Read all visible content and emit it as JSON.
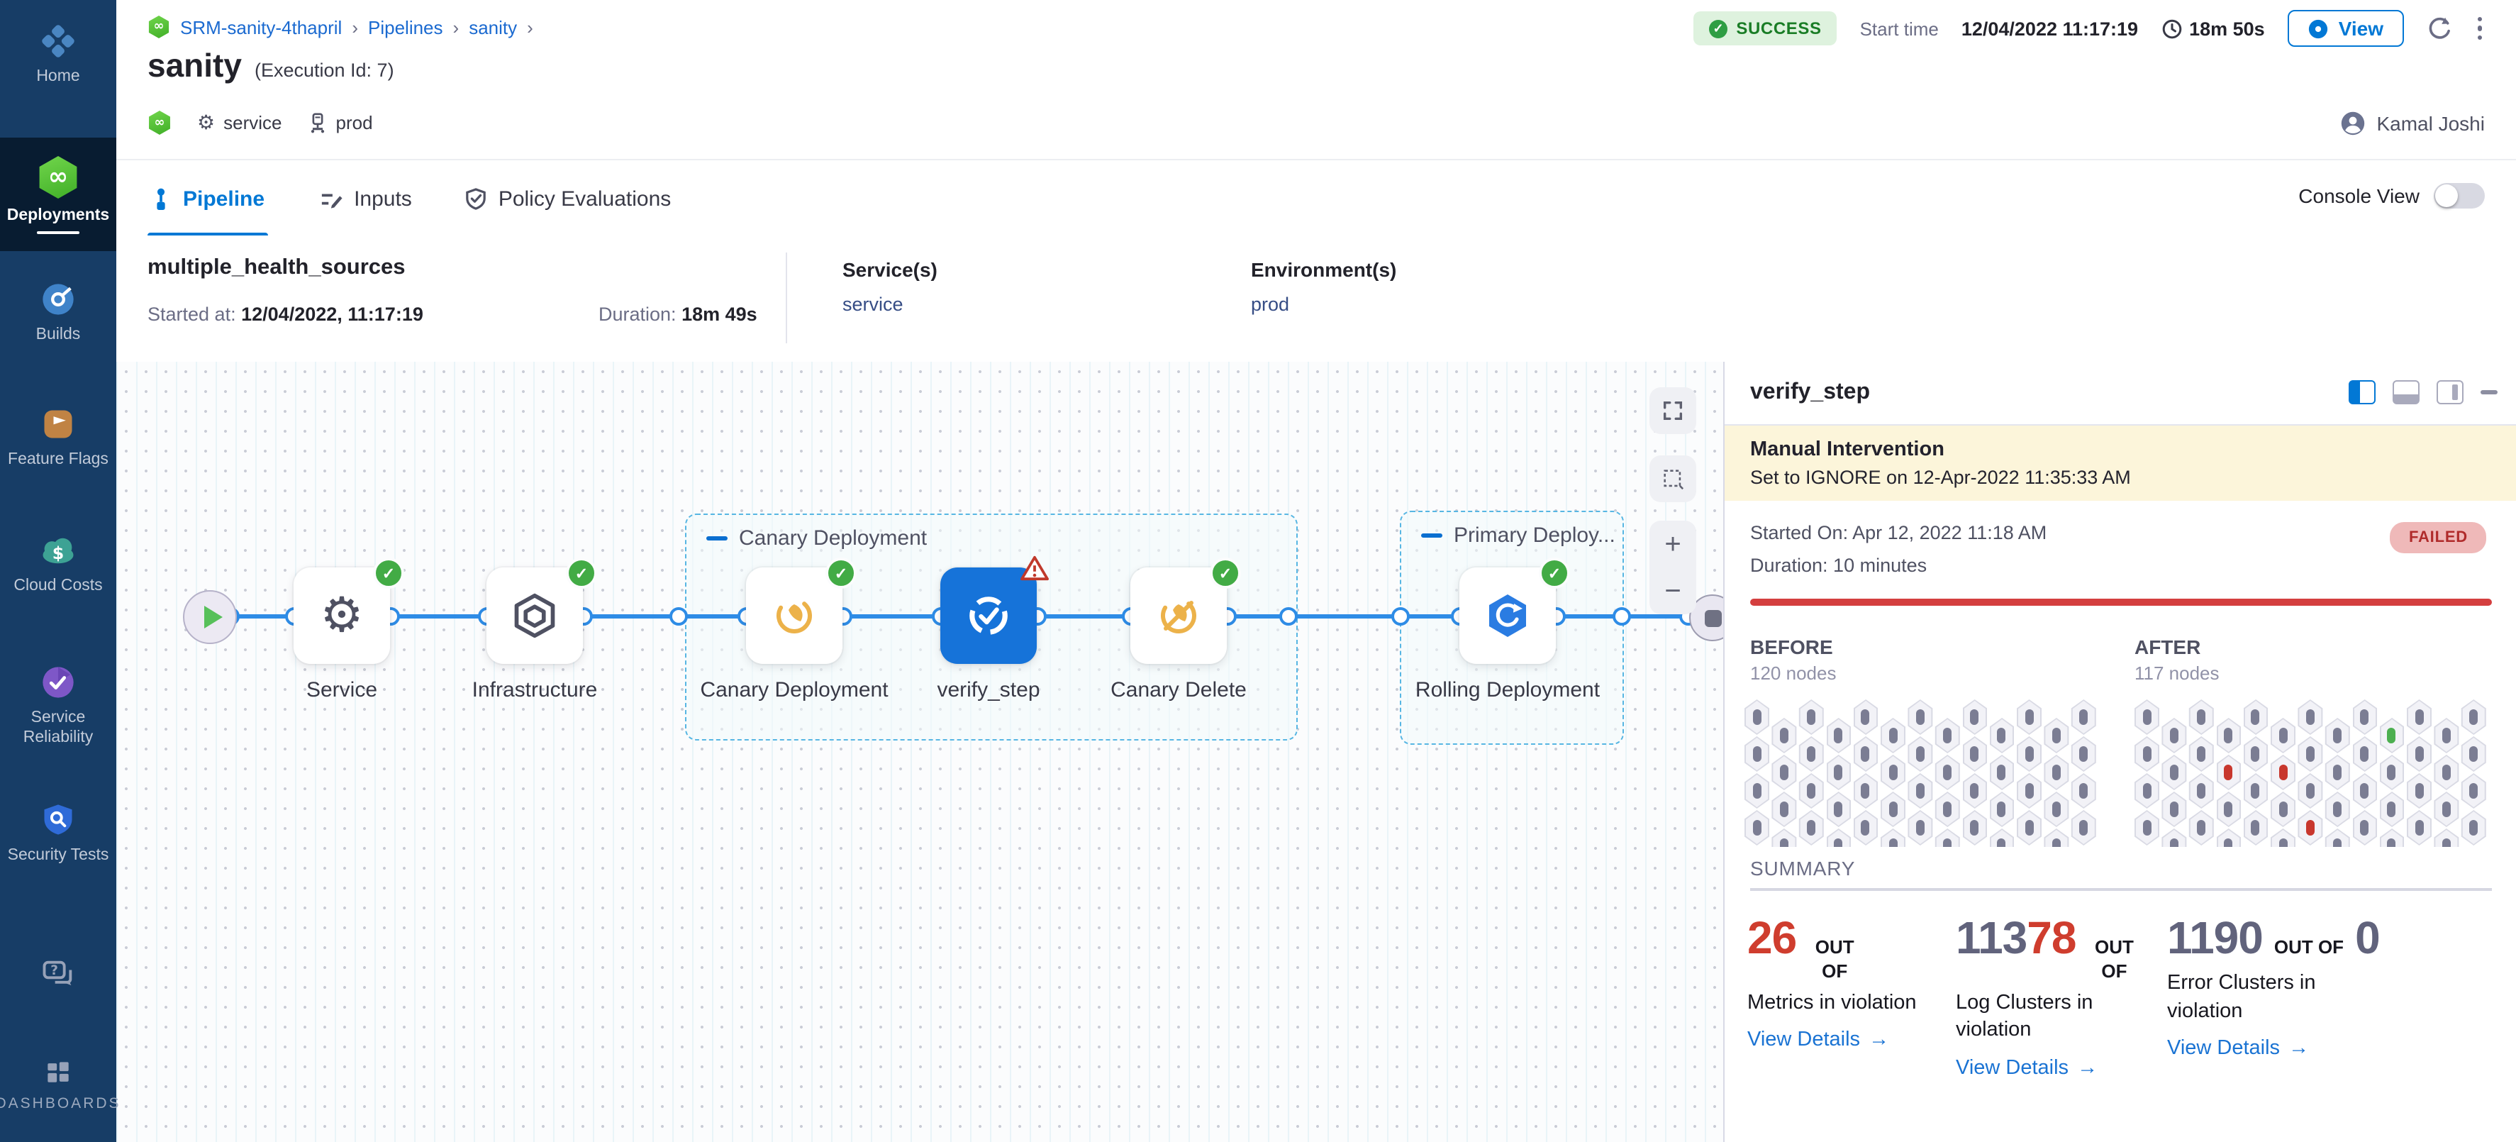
{
  "sidebar": {
    "items": [
      {
        "label": "Home"
      },
      {
        "label": "Deployments"
      },
      {
        "label": "Builds"
      },
      {
        "label": "Feature Flags"
      },
      {
        "label": "Cloud Costs"
      },
      {
        "label": "Service Reliability"
      },
      {
        "label": "Security Tests"
      },
      {
        "label": "DASHBOARDS"
      }
    ]
  },
  "header": {
    "breadcrumb": {
      "project": "SRM-sanity-4thapril",
      "pipelines": "Pipelines",
      "pipeline": "sanity",
      "sep": "›"
    },
    "title": "sanity",
    "execution_id": "(Execution Id: 7)",
    "tags": {
      "service": "service",
      "environment": "prod"
    },
    "status_label": "SUCCESS",
    "start_time_label": "Start time",
    "start_time_value": "12/04/2022 11:17:19",
    "elapsed": "18m 50s",
    "view_button": "View",
    "user": "Kamal Joshi"
  },
  "tabs": {
    "pipeline": "Pipeline",
    "inputs": "Inputs",
    "policy": "Policy Evaluations",
    "console_view": "Console View"
  },
  "stage": {
    "name": "multiple_health_sources",
    "started_label": "Started at:",
    "started_value": "12/04/2022, 11:17:19",
    "duration_label": "Duration:",
    "duration_value": "18m 49s",
    "services_label": "Service(s)",
    "services_value": "service",
    "environments_label": "Environment(s)",
    "environments_value": "prod"
  },
  "graph": {
    "groups": [
      {
        "label": "Canary Deployment"
      },
      {
        "label": "Primary Deploy..."
      }
    ],
    "nodes": [
      {
        "label": "Service"
      },
      {
        "label": "Infrastructure"
      },
      {
        "label": "Canary Deployment"
      },
      {
        "label": "verify_step"
      },
      {
        "label": "Canary Delete"
      },
      {
        "label": "Rolling Deployment"
      }
    ]
  },
  "canvas": {
    "rings_x": [
      80,
      125,
      193,
      261,
      329,
      396,
      444,
      512,
      581,
      649,
      715,
      783,
      826,
      905,
      947,
      1015,
      1061,
      1108
    ]
  },
  "panel": {
    "title": "verify_step",
    "banner": {
      "title": "Manual Intervention",
      "subtitle": "Set to IGNORE on 12-Apr-2022 11:35:33 AM"
    },
    "started_on": "Started On: Apr 12, 2022 11:18 AM",
    "duration": "Duration: 10 minutes",
    "status": "FAILED",
    "before": {
      "label": "BEFORE",
      "nodes": "120 nodes"
    },
    "after": {
      "label": "AFTER",
      "nodes": "117 nodes"
    },
    "summary_label": "SUMMARY",
    "tiles": [
      {
        "value": "26",
        "out_of": "OUT OF",
        "label": "Metrics in violation",
        "link": "View Details"
      },
      {
        "value_gray": "113",
        "value_red": "78",
        "out_of": "OUT OF",
        "label": "Log Clusters in violation",
        "link": "View Details"
      },
      {
        "value": "1190",
        "out_of": "OUT OF",
        "total": "0",
        "label": "Error Clusters in violation",
        "link": "View Details"
      }
    ],
    "hexgrids": {
      "columns": 13,
      "rows_per_column": 4,
      "before_specials": [],
      "after_specials": [
        {
          "col": 9,
          "row": 0,
          "color": "#4caf50"
        },
        {
          "col": 3,
          "row": 1,
          "color": "#c8372d"
        },
        {
          "col": 5,
          "row": 1,
          "color": "#c8372d"
        },
        {
          "col": 6,
          "row": 3,
          "color": "#c8372d"
        }
      ]
    }
  }
}
